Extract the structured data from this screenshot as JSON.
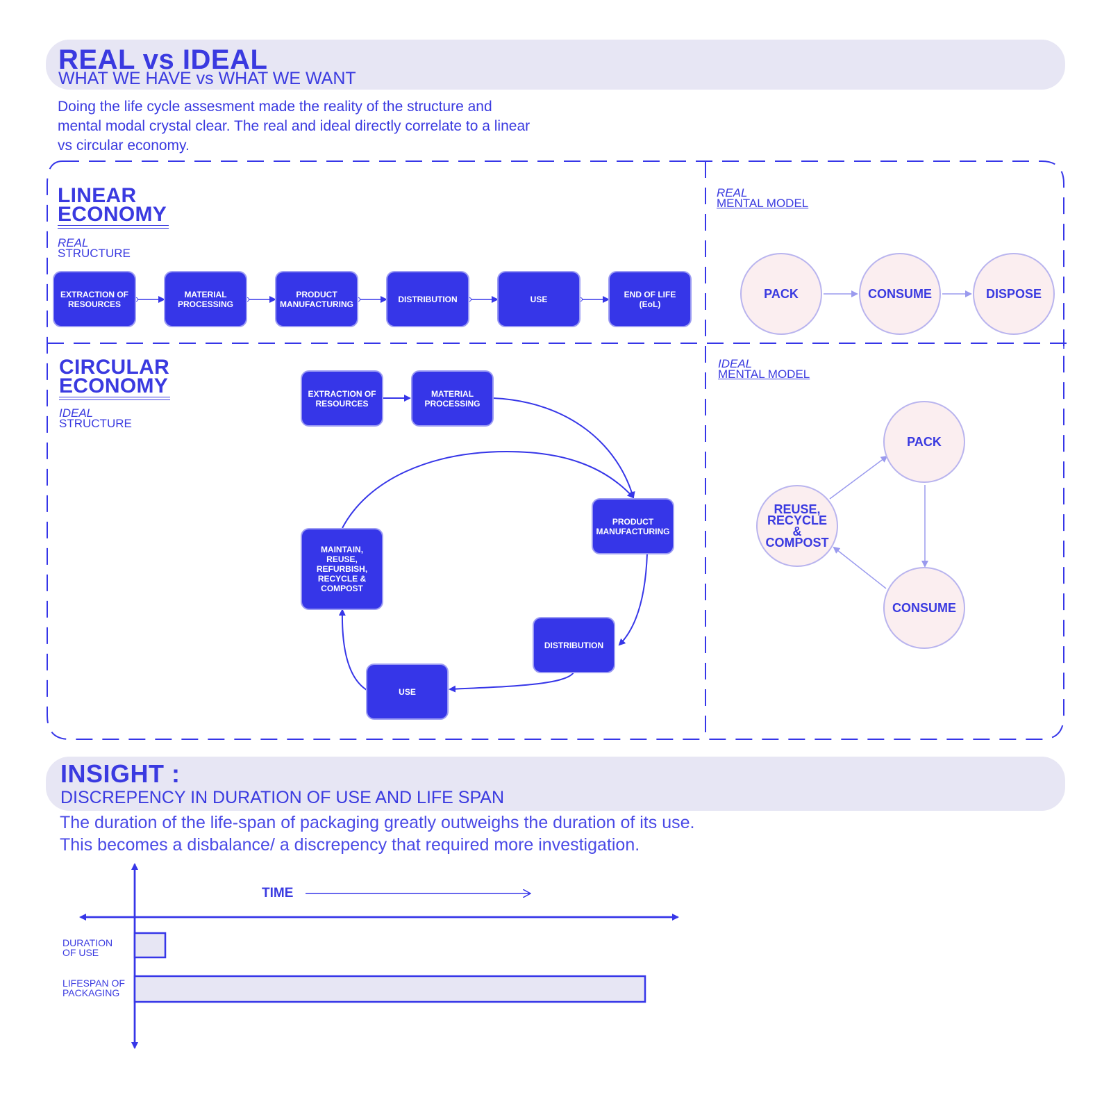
{
  "header": {
    "title": "REAL vs IDEAL",
    "subtitle": "WHAT WE HAVE vs WHAT WE WANT",
    "intro": "Doing the life cycle assesment made the reality of the structure and mental modal crystal clear. The real and ideal directly correlate to a linear vs circular economy."
  },
  "linear": {
    "heading_line1": "LINEAR",
    "heading_line2": "ECONOMY",
    "sub_keyword": "REAL",
    "sub_label": "STRUCTURE",
    "steps": [
      "EXTRACTION OF RESOURCES",
      "MATERIAL PROCESSING",
      "PRODUCT MANUFACTURING",
      "DISTRIBUTION",
      "USE",
      "END OF LIFE (EoL)"
    ]
  },
  "real_model": {
    "keyword": "REAL",
    "label": "MENTAL MODEL",
    "nodes": [
      "PACK",
      "CONSUME",
      "DISPOSE"
    ]
  },
  "circular": {
    "heading_line1": "CIRCULAR",
    "heading_line2": "ECONOMY",
    "sub_keyword": "IDEAL",
    "sub_label": "STRUCTURE",
    "steps": {
      "extraction": "EXTRACTION OF RESOURCES",
      "material": "MATERIAL PROCESSING",
      "manufacturing": "PRODUCT MANUFACTURING",
      "distribution": "DISTRIBUTION",
      "use": "USE",
      "maintain": "MAINTAIN, REUSE, REFURBISH, RECYCLE & COMPOST"
    }
  },
  "ideal_model": {
    "keyword": "IDEAL",
    "label": "MENTAL MODEL",
    "nodes": {
      "pack": "PACK",
      "consume": "CONSUME",
      "reuse": "REUSE, RECYCLE & COMPOST"
    }
  },
  "insight": {
    "title": "INSIGHT :",
    "subtitle": "DISCREPENCY IN DURATION OF USE AND LIFE SPAN",
    "line1": "The duration of the life-span of packaging greatly outweighs the duration of its use.",
    "line2": "This becomes a disbalance/ a discrepency that required more investigation."
  },
  "timeline": {
    "axis_label": "TIME",
    "bars": [
      {
        "label": "DURATION OF USE",
        "relative_length": 0.06
      },
      {
        "label": "LIFESPAN OF PACKAGING",
        "relative_length": 1.0
      }
    ]
  },
  "colors": {
    "accent": "#3636e8",
    "band": "#e7e6f4",
    "circle_fill": "#fbeef0",
    "circle_stroke": "#b9b4ee",
    "arrow_light": "#9a9aee"
  }
}
